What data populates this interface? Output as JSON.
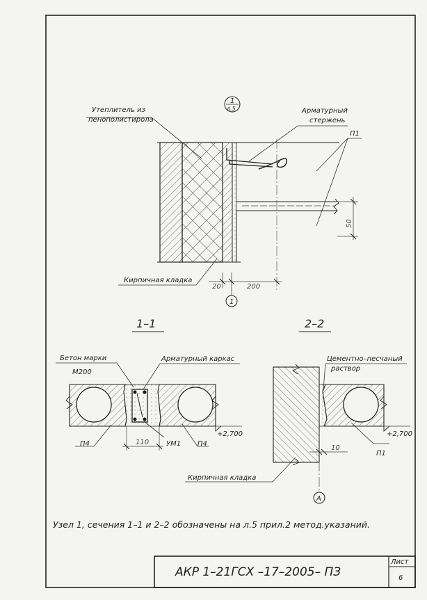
{
  "labels": {
    "insulation": [
      "Утеплитель из",
      "пенополистирола"
    ],
    "rod": [
      "Арматурный",
      "стержень"
    ],
    "p1_top": "П1",
    "brick_top": "Кирпичная кладка",
    "dim_20": "20",
    "dim_200": "200",
    "dim_50": "50",
    "node_ref": [
      "1",
      "л.5"
    ],
    "axis_1": "1",
    "section_1": "1–1",
    "section_2": "2–2",
    "concrete": [
      "Бетон марки",
      "М200"
    ],
    "cage": "Арматурный каркас",
    "p4_left": "П4",
    "dim_110": "110",
    "um1": "УМ1",
    "p4_right": "П4",
    "level_1": "+2,700",
    "mortar": [
      "Цементно–песчаный",
      "раствор"
    ],
    "dim_10": "10",
    "level_2": "+2,700",
    "p1_right": "П1",
    "brick_bottom": "Кирпичная кладка",
    "axis_a": "А"
  },
  "note": "Узел 1, сечения 1–1 и 2–2 обозначены на л.5 прил.2 метод.указаний.",
  "title_block": {
    "code": "АКР 1–21ГСХ –17–2005– ПЗ",
    "sheet_label": "Лист",
    "sheet_number": "6"
  },
  "colors": {
    "ink": "#222222",
    "paper": "#f4f4f2"
  }
}
